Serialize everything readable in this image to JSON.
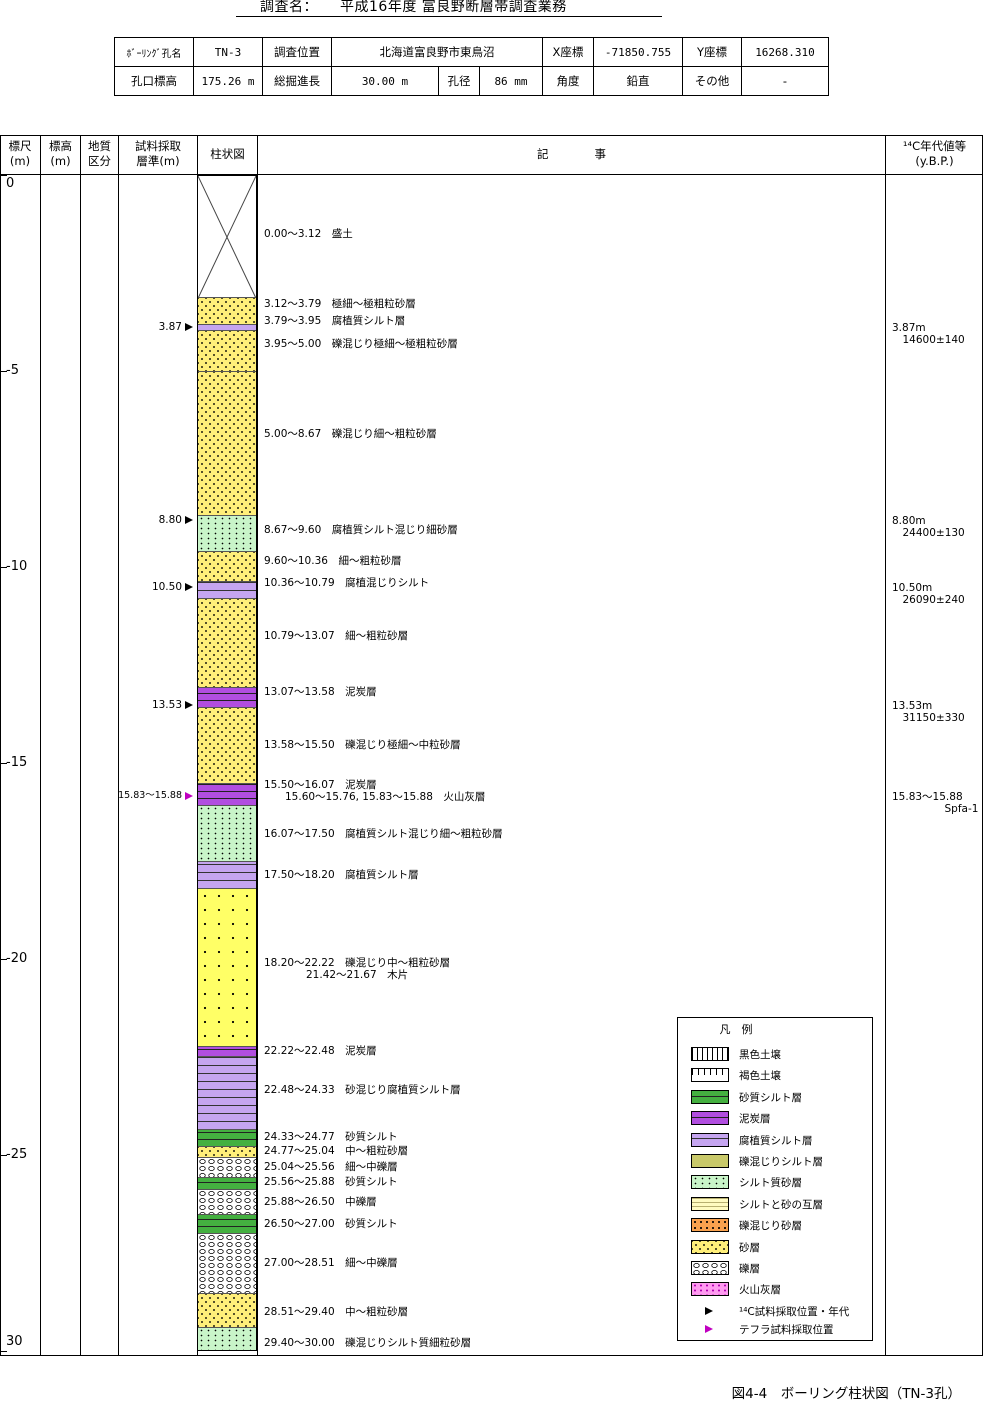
{
  "title": "調査名：　　平成16年度 富良野断層帯調査業務",
  "info": {
    "borehole_label": "ﾎﾞｰﾘﾝｸﾞ孔名",
    "borehole": "TN-3",
    "location_label": "調査位置",
    "location": "北海道富良野市東鳥沼",
    "x_label": "X座標",
    "x": "-71850.755",
    "y_label": "Y座標",
    "y": "16268.310",
    "elev_label": "孔口標高",
    "elev": "175.26 m",
    "length_label": "総掘進長",
    "length": "30.00 m",
    "dia_label": "孔径",
    "dia": "86 mm",
    "angle_label": "角度",
    "angle": "鉛直",
    "other_label": "その他",
    "other": "-"
  },
  "headers": {
    "scale": "標尺\n(m)",
    "elevation": "標高\n(m)",
    "geo": "地質\n区分",
    "sample": "試料採取\n層準(m)",
    "column": "柱状図",
    "notes": "記　　　　事",
    "age": "¹⁴C年代値等\n(y.B.P.)"
  },
  "depth_ticks": [
    "0",
    "-5",
    "-10",
    "-15",
    "-20",
    "-25",
    "30"
  ],
  "layers": [
    {
      "top": 0.0,
      "bottom": 3.12,
      "pattern": "fill"
    },
    {
      "top": 3.12,
      "bottom": 3.79,
      "pattern": "sand"
    },
    {
      "top": 3.79,
      "bottom": 3.95,
      "pattern": "purple"
    },
    {
      "top": 3.95,
      "bottom": 5.0,
      "pattern": "sand"
    },
    {
      "top": 5.0,
      "bottom": 8.67,
      "pattern": "sand"
    },
    {
      "top": 8.67,
      "bottom": 9.6,
      "pattern": "slsand"
    },
    {
      "top": 9.6,
      "bottom": 10.36,
      "pattern": "sand"
    },
    {
      "top": 10.36,
      "bottom": 10.79,
      "pattern": "purple"
    },
    {
      "top": 10.79,
      "bottom": 13.07,
      "pattern": "sand"
    },
    {
      "top": 13.07,
      "bottom": 13.58,
      "pattern": "peat"
    },
    {
      "top": 13.58,
      "bottom": 15.5,
      "pattern": "sand"
    },
    {
      "top": 15.5,
      "bottom": 16.07,
      "pattern": "peat"
    },
    {
      "top": 16.07,
      "bottom": 17.5,
      "pattern": "slsand"
    },
    {
      "top": 17.5,
      "bottom": 18.2,
      "pattern": "purple"
    },
    {
      "top": 18.2,
      "bottom": 22.22,
      "pattern": "csand"
    },
    {
      "top": 22.22,
      "bottom": 22.48,
      "pattern": "peat"
    },
    {
      "top": 22.48,
      "bottom": 24.33,
      "pattern": "purple"
    },
    {
      "top": 24.33,
      "bottom": 24.77,
      "pattern": "ssilt"
    },
    {
      "top": 24.77,
      "bottom": 25.04,
      "pattern": "sand"
    },
    {
      "top": 25.04,
      "bottom": 25.56,
      "pattern": "grav"
    },
    {
      "top": 25.56,
      "bottom": 25.88,
      "pattern": "ssilt"
    },
    {
      "top": 25.88,
      "bottom": 26.5,
      "pattern": "grav"
    },
    {
      "top": 26.5,
      "bottom": 27.0,
      "pattern": "ssilt"
    },
    {
      "top": 27.0,
      "bottom": 28.51,
      "pattern": "grav"
    },
    {
      "top": 28.51,
      "bottom": 29.4,
      "pattern": "sand"
    },
    {
      "top": 29.4,
      "bottom": 30.0,
      "pattern": "slsand"
    }
  ],
  "descriptions": [
    {
      "depth": 1.5,
      "text": "0.00～3.12　盛土"
    },
    {
      "depth": 3.3,
      "text": "3.12～3.79　極細～極粗粒砂層"
    },
    {
      "depth": 3.73,
      "text": "3.79～3.95　腐植質シルト層"
    },
    {
      "depth": 4.3,
      "text": "3.95～5.00　礫混じり極細～極粗粒砂層"
    },
    {
      "depth": 6.6,
      "text": "5.00～8.67　礫混じり細～粗粒砂層"
    },
    {
      "depth": 9.05,
      "text": "8.67～9.60　腐植質シルト混じり細砂層"
    },
    {
      "depth": 9.85,
      "text": "9.60～10.36　細～粗粒砂層"
    },
    {
      "depth": 10.4,
      "text": "10.36～10.79　腐植混じりシルト"
    },
    {
      "depth": 11.75,
      "text": "10.79～13.07　細～粗粒砂層"
    },
    {
      "depth": 13.2,
      "text": "13.07～13.58　泥炭層"
    },
    {
      "depth": 14.55,
      "text": "13.58～15.50　礫混じり極細～中粒砂層"
    },
    {
      "depth": 15.55,
      "text": "15.50～16.07　泥炭層\n　　15.60～15.76, 15.83～15.88　火山灰層"
    },
    {
      "depth": 16.8,
      "text": "16.07～17.50　腐植質シルト混じり細～粗粒砂層"
    },
    {
      "depth": 17.85,
      "text": "17.50～18.20　腐植質シルト層"
    },
    {
      "depth": 20.1,
      "text": "18.20～22.22　礫混じり中～粗粒砂層\n　　　　21.42～21.67　木片"
    },
    {
      "depth": 22.35,
      "text": "22.22～22.48　泥炭層"
    },
    {
      "depth": 23.35,
      "text": "22.48～24.33　砂混じり腐植質シルト層"
    },
    {
      "depth": 24.55,
      "text": "24.33～24.77　砂質シルト"
    },
    {
      "depth": 24.9,
      "text": "24.77～25.04　中～粗粒砂層"
    },
    {
      "depth": 25.3,
      "text": "25.04～25.56　細～中礫層"
    },
    {
      "depth": 25.7,
      "text": "25.56～25.88　砂質シルト"
    },
    {
      "depth": 26.2,
      "text": "25.88～26.50　中礫層"
    },
    {
      "depth": 26.75,
      "text": "26.50～27.00　砂質シルト"
    },
    {
      "depth": 27.75,
      "text": "27.00～28.51　細～中礫層"
    },
    {
      "depth": 29.0,
      "text": "28.51～29.40　中～粗粒砂層"
    },
    {
      "depth": 29.8,
      "text": "29.40～30.00　礫混じりシルト質細粒砂層"
    }
  ],
  "samples": [
    {
      "depth": 3.87,
      "label": "3.87",
      "type": "c14"
    },
    {
      "depth": 8.8,
      "label": "8.80",
      "type": "c14"
    },
    {
      "depth": 10.5,
      "label": "10.50",
      "type": "c14"
    },
    {
      "depth": 13.53,
      "label": "13.53",
      "type": "c14"
    },
    {
      "depth": 15.83,
      "label": "15.83～15.88",
      "type": "tephra"
    }
  ],
  "ages": [
    {
      "depth": 3.87,
      "text": "3.87m\n　14600±140"
    },
    {
      "depth": 8.8,
      "text": "8.80m\n　24400±130"
    },
    {
      "depth": 10.5,
      "text": "10.50m\n　26090±240"
    },
    {
      "depth": 13.53,
      "text": "13.53m\n　31150±330"
    },
    {
      "depth": 15.83,
      "text": "15.83～15.88\n　　　　　Spfa-1"
    }
  ],
  "legend": {
    "title": "凡　例",
    "items": [
      {
        "pattern": "black",
        "label": "黒色土壌"
      },
      {
        "pattern": "brown",
        "label": "褐色土壌"
      },
      {
        "pattern": "ssilt",
        "label": "砂質シルト層"
      },
      {
        "pattern": "peat",
        "label": "泥炭層"
      },
      {
        "pattern": "purple",
        "label": "腐植質シルト層"
      },
      {
        "pattern": "gsilt",
        "label": "礫混じりシルト層"
      },
      {
        "pattern": "slsand",
        "label": "シルト質砂層"
      },
      {
        "pattern": "alt",
        "label": "シルトと砂の互層"
      },
      {
        "pattern": "gsand",
        "label": "礫混じり砂層"
      },
      {
        "pattern": "sand",
        "label": "砂層"
      },
      {
        "pattern": "grav",
        "label": "礫層"
      },
      {
        "pattern": "volc",
        "label": "火山灰層"
      }
    ],
    "c14_marker": "¹⁴C試料採取位置・年代",
    "tephra_marker": "テフラ試料採取位置"
  },
  "caption": "図4-4　ボーリング柱状図（TN-3孔）"
}
